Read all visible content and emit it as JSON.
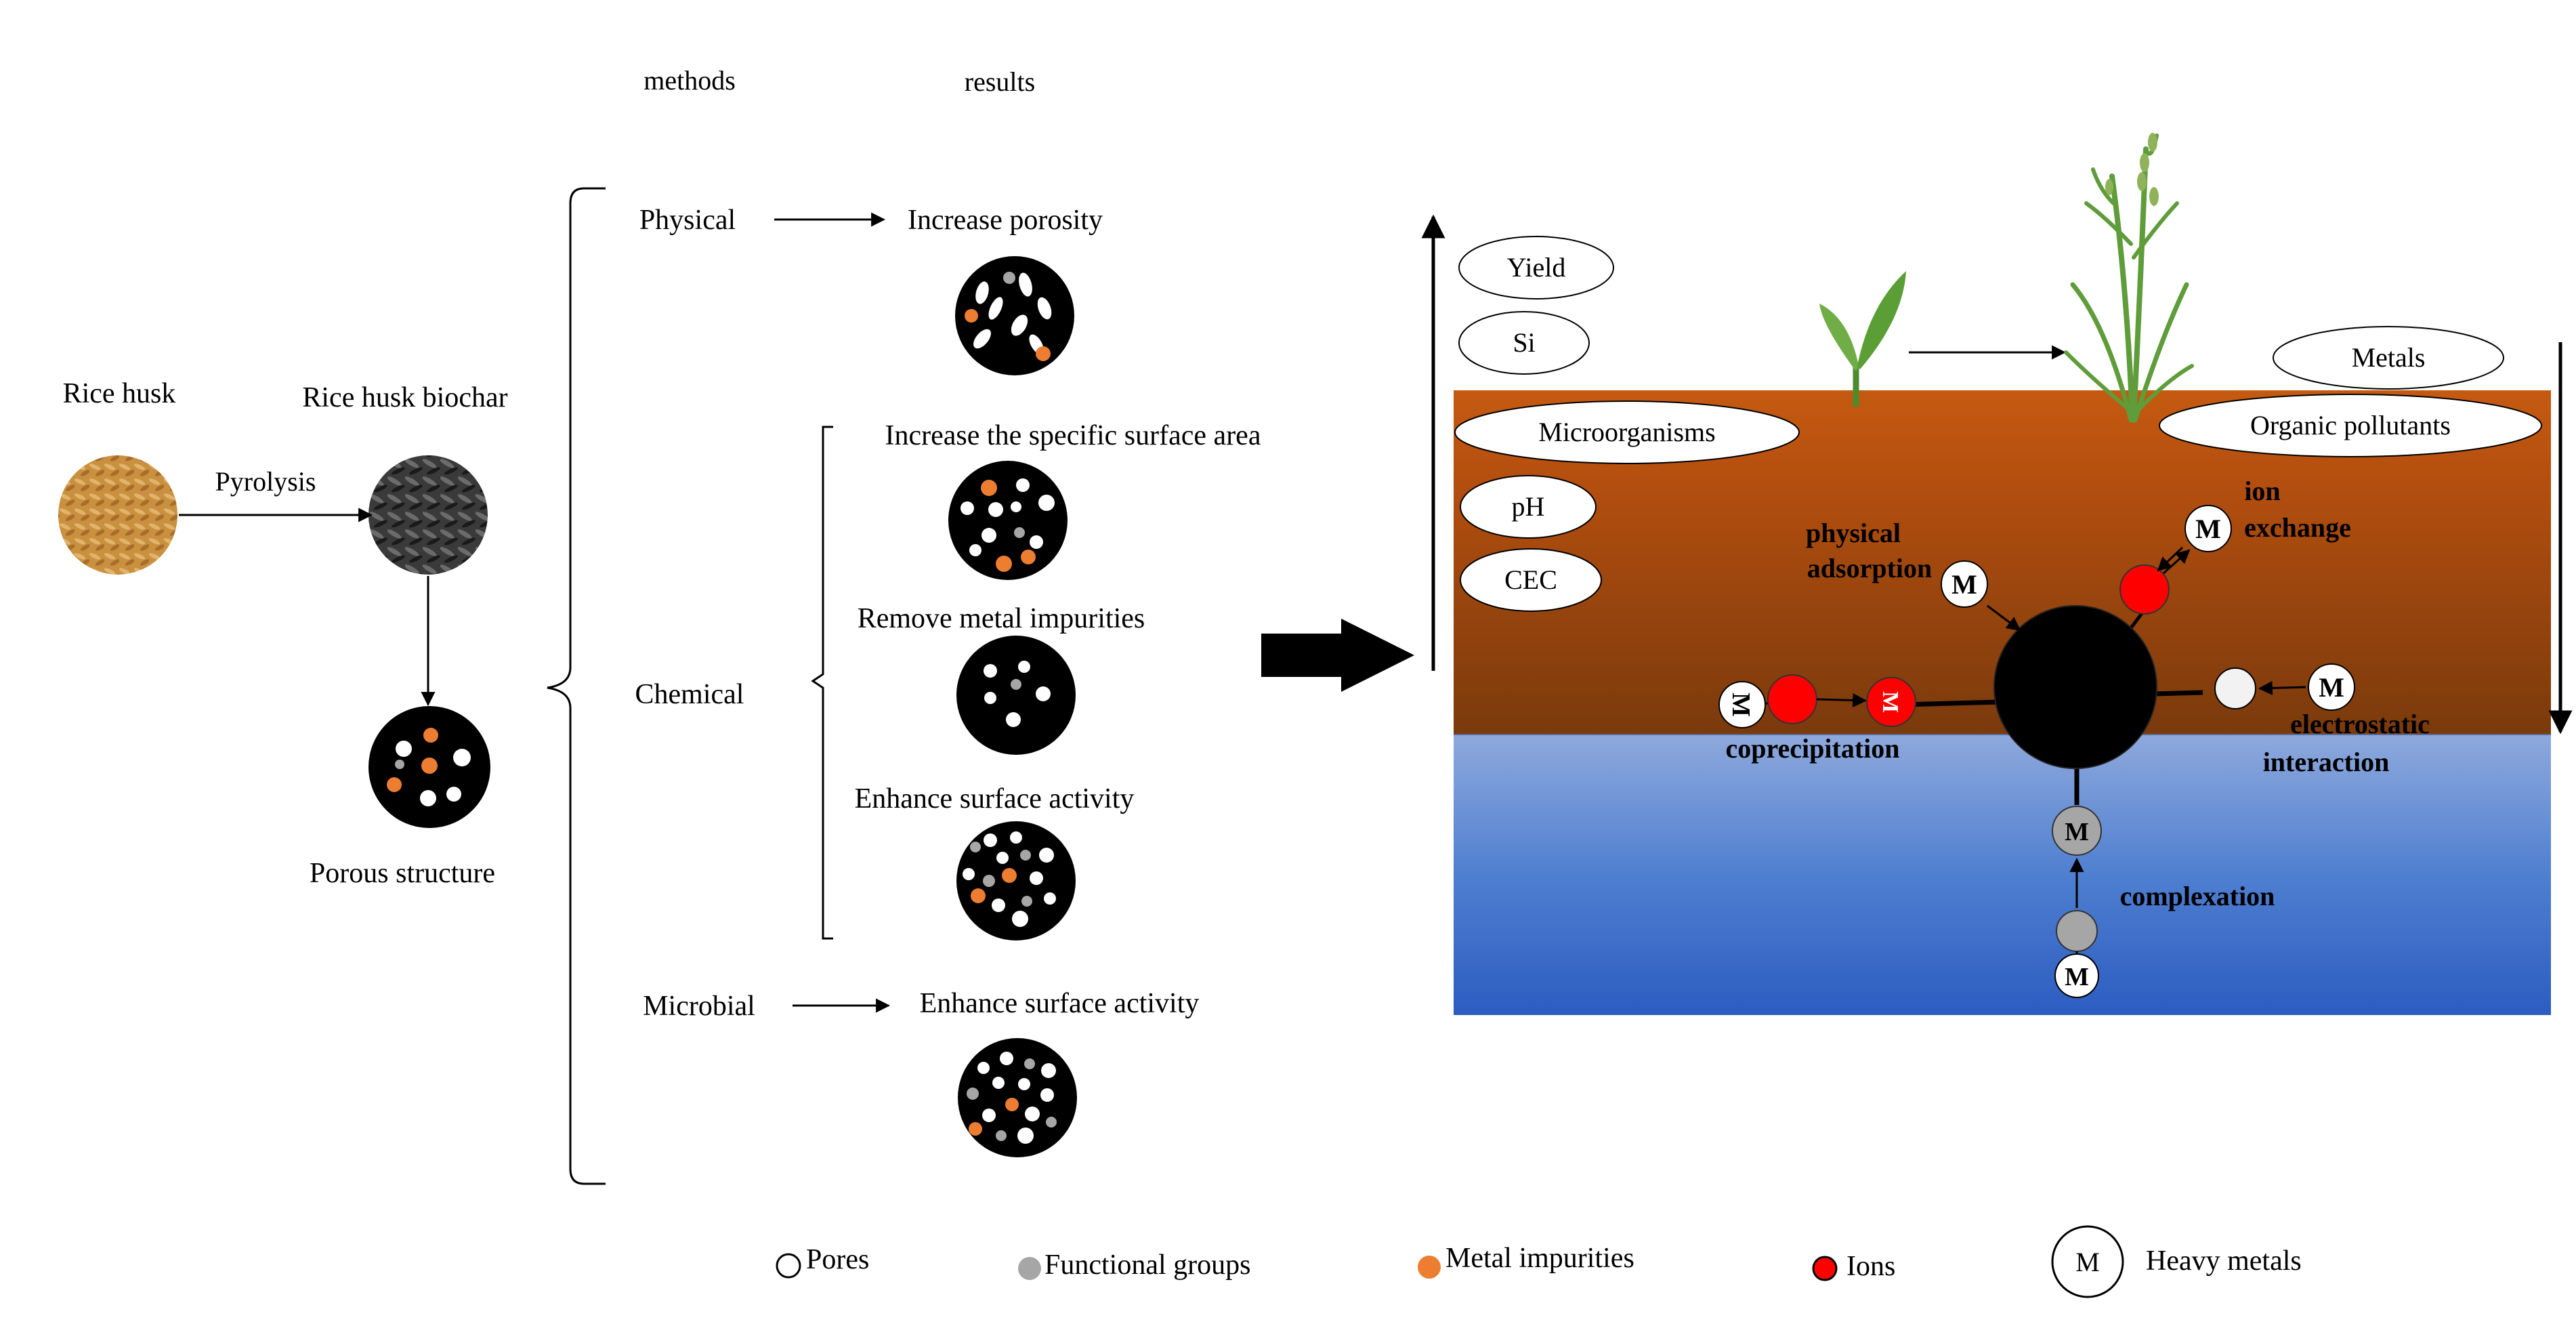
{
  "headers": {
    "methods": "methods",
    "results": "results"
  },
  "source": {
    "rice_husk": "Rice husk",
    "biochar": "Rice husk biochar",
    "pyrolysis": "Pyrolysis",
    "porous": "Porous structure"
  },
  "methods": {
    "physical": "Physical",
    "chemical": "Chemical",
    "microbial": "Microbial"
  },
  "results": {
    "increase_porosity": "Increase porosity",
    "increase_ssa": "Increase the specific surface area",
    "remove_metal": "Remove metal impurities",
    "enhance_surface_1": "Enhance surface activity",
    "enhance_surface_2": "Enhance surface activity"
  },
  "left_factors": [
    "Yield",
    "Si",
    "Microorganisms",
    "pH",
    "CEC"
  ],
  "right_factors": [
    "Metals",
    "Organic pollutants"
  ],
  "mechanisms": {
    "physical_adsorption_1": "physical",
    "physical_adsorption_2": "adsorption",
    "ion_exchange_1": "ion",
    "ion_exchange_2": "exchange",
    "coprecipitation": "coprecipitation",
    "electrostatic_1": "electrostatic",
    "electrostatic_2": "interaction",
    "complexation": "complexation"
  },
  "metal_symbol": "M",
  "legend": {
    "pores": "Pores",
    "functional_groups": "Functional groups",
    "metal_impurities": "Metal impurities",
    "ions": "Ions",
    "heavy_metals": "Heavy metals"
  },
  "colors": {
    "pore": "#ffffff",
    "functional_group": "#a6a6a6",
    "metal_impurity": "#ed7d31",
    "ion": "#ff0000",
    "biochar": "#000000",
    "soil_top": "#c55a11",
    "soil_bottom": "#843c0c",
    "water_top": "#8faadc",
    "water_bottom": "#2f5fbd",
    "plant": "#70ad47"
  }
}
